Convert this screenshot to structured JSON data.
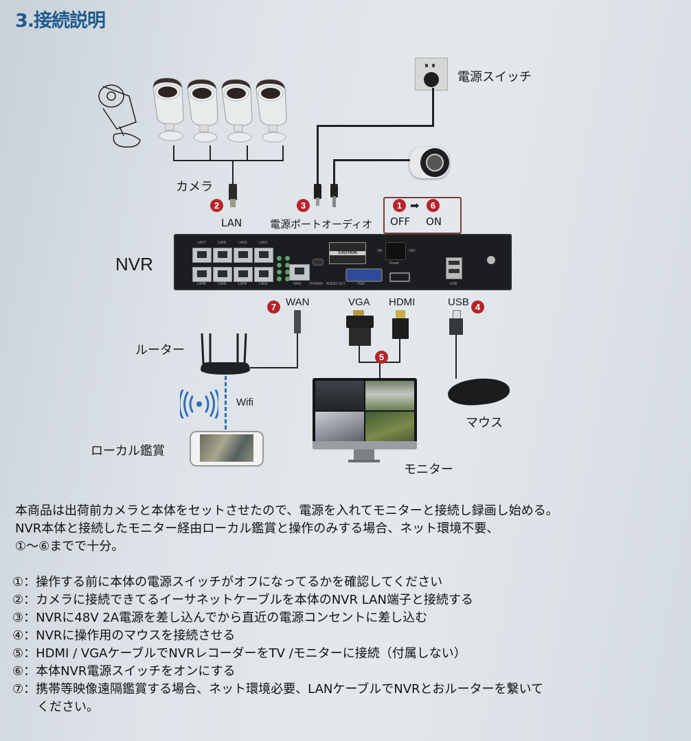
{
  "title": "3.接続説明",
  "diagram": {
    "labels": {
      "power_switch": "電源スイッチ",
      "camera": "カメラ",
      "lan": "LAN",
      "power_port_audio": "電源ポートオーディオ",
      "off": "OFF",
      "on": "ON",
      "nvr": "NVR",
      "wan": "WAN",
      "vga": "VGA",
      "hdmi": "HDMI",
      "usb": "USB",
      "router": "ルーター",
      "wifi": "Wifi",
      "local_view": "ローカル鑑賞",
      "monitor": "モニター",
      "mouse": "マウス"
    },
    "badges": {
      "b1": "1",
      "b2": "2",
      "b3": "3",
      "b4": "4",
      "b5": "5",
      "b6": "6",
      "b7": "7"
    },
    "nvr_panel": {
      "lan_top": [
        "LAN7",
        "LAN5",
        "LAN3",
        "LAN1"
      ],
      "lan_bottom": [
        "LAN8",
        "LAN6",
        "LAN4",
        "LAN2"
      ],
      "wan": "WAN",
      "power": "POWER",
      "audio_out": "AUDIO OUT",
      "vga": "VGA",
      "caution": "CAUTION",
      "switch_on": "ON",
      "switch_off": "OFF",
      "switch_label": "Power",
      "usb": "USB"
    },
    "colors": {
      "title": "#1f5a8e",
      "badge": "#b8232a",
      "wifi_icon": "#2f6fb5"
    }
  },
  "intro": {
    "line1": "本商品は出荷前カメラと本体をセットさせたので、電源を入れてモニターと接続し録画し始める。",
    "line2": "NVR本体と接続したモニター経由ローカル鑑賞と操作のみする場合、ネット環境不要、",
    "line3": "①～⑥までで十分。"
  },
  "steps": [
    "①：操作する前に本体の電源スイッチがオフになってるかを確認してください",
    "②：カメラに接続できてるイーサネットケーブルを本体のNVR LAN端子と接続する",
    "③：NVRに48V  2A電源を差し込んでから直近の電源コンセントに差し込む",
    "④：NVRに操作用のマウスを接続させる",
    "⑤：HDMI / VGAケーブルでNVRレコーダーをTV /モニターに接続（付属しない）",
    "⑥：本体NVR電源スイッチをオンにする",
    "⑦：携帯等映像遠隔鑑賞する場合、ネット環境必要、LANケーブルでNVRとおルーターを繋いて",
    "　　ください。"
  ]
}
